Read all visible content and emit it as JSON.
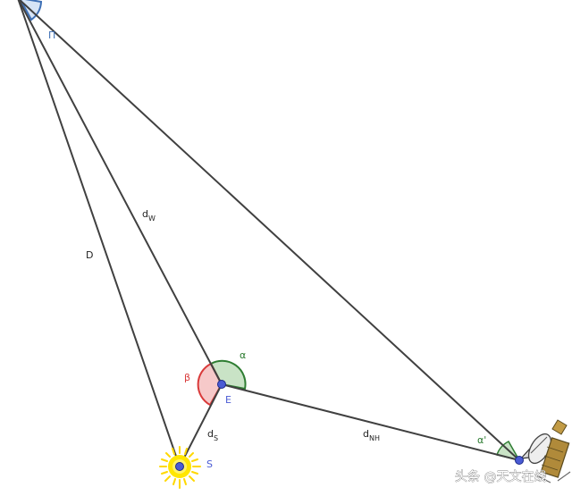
{
  "points": {
    "E": "E",
    "S": "S"
  },
  "segments": {
    "D": "D",
    "dW": {
      "main": "d",
      "sub": "W"
    },
    "dS": {
      "main": "d",
      "sub": "S"
    },
    "dNH": {
      "main": "d",
      "sub": "NH"
    }
  },
  "angles": {
    "pi": "Π",
    "alpha": "α",
    "beta": "β",
    "alpha_prime": "α'"
  },
  "watermark": "头条 @天文在线",
  "colors": {
    "line": "#404040",
    "point_fill": "#4a5bd4",
    "alpha_fill": "#c9e3c6",
    "alpha_stroke": "#2e7d32",
    "beta_fill": "#f6c9c9",
    "beta_stroke": "#d93a3a",
    "pi_fill": "#d6e4f6",
    "pi_stroke": "#3d6fb5",
    "sun": "#ffe600"
  }
}
